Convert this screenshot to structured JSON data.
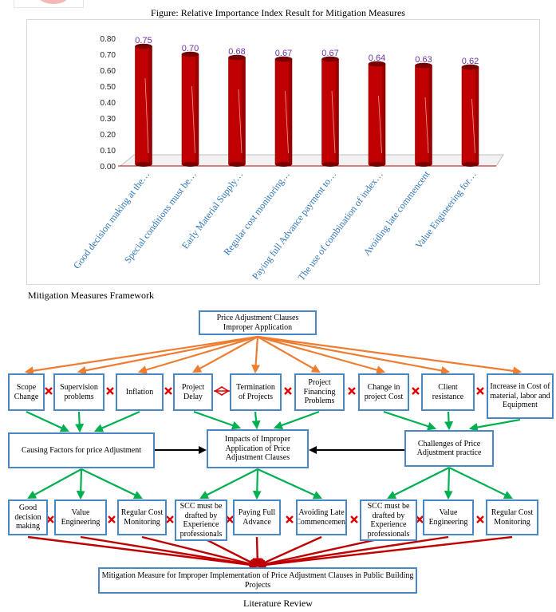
{
  "figure": {
    "title": "Figure: Relative Importance Index Result for Mitigation Measures"
  },
  "chart_data": {
    "type": "bar",
    "title": "Figure: Relative Importance Index Result for Mitigation Measures",
    "categories": [
      "Good decision making at the…",
      "Special conditions must be…",
      "Early Material Supply…",
      "Regular cost monitoring…",
      "Paying full Advance payment to…",
      "The use of combination of index…",
      "Avoiding late commencent",
      "Value Engineering for…"
    ],
    "values": [
      0.75,
      0.7,
      0.68,
      0.67,
      0.67,
      0.64,
      0.63,
      0.62
    ],
    "value_labels": [
      "0.75",
      "0.70",
      "0.68",
      "0.67",
      "0.67",
      "0.64",
      "0.63",
      "0.62"
    ],
    "yticks": [
      "0.00",
      "0.10",
      "0.20",
      "0.30",
      "0.40",
      "0.50",
      "0.60",
      "0.70",
      "0.80"
    ],
    "ylim": [
      0,
      0.8
    ],
    "xlabel": "",
    "ylabel": "",
    "grid": false,
    "style": "3d-cylinder",
    "colors": {
      "bar": "#c00000",
      "bar_dark": "#7a0000",
      "value_label": "#7030a0",
      "category_label": "#2e75b6"
    }
  },
  "framework": {
    "title": "Mitigation Measures Framework",
    "root": "Price Adjustment Clauses Improper Application",
    "causes": [
      "Scope Change",
      "Supervision problems",
      "Inflation",
      "Project Delay",
      "Termination of Projects",
      "Project Financing Problems",
      "Change in project Cost",
      "Client resistance",
      "Increase in Cost of material, labor and Equipment"
    ],
    "middle": {
      "left": "Causing Factors for price Adjustment",
      "center": "Impacts of Improper Application of Price Adjustment Clauses",
      "right": "Challenges of Price Adjustment practice"
    },
    "measures": [
      "Good decision making",
      "Value Engineering",
      "Regular Cost Monitoring",
      "SCC must be drafted by Experience professionals",
      "Paying Full Advance",
      "Avoiding Late Commencement",
      "SCC must be drafted by Experience professionals",
      "Value Engineering",
      "Regular Cost Monitoring"
    ],
    "goal": "Mitigation Measure for Improper Implementation of Price Adjustment Clauses in Public Building Projects",
    "colors": {
      "box_border": "#4a87c5",
      "arrow_orange": "#ed7d31",
      "arrow_green": "#00b050",
      "arrow_black": "#000000",
      "arrow_red": "#c00000",
      "cross": "#e00000"
    }
  },
  "footer": {
    "label": "Literature Review"
  }
}
